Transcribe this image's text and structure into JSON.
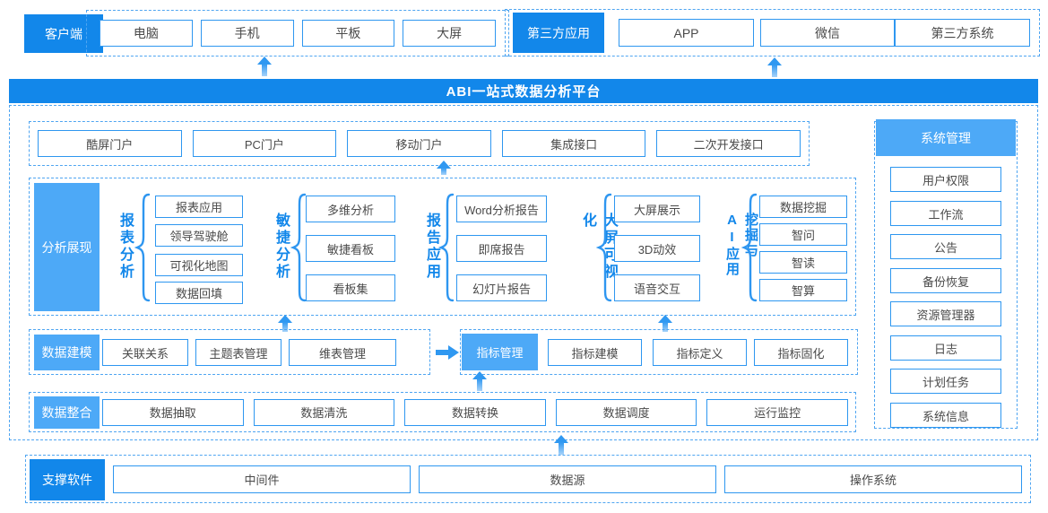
{
  "top": {
    "client": {
      "label": "客户端",
      "devices": [
        "电脑",
        "手机",
        "平板",
        "大屏"
      ]
    },
    "third_party": {
      "label": "第三方应用",
      "apps": [
        "APP",
        "微信",
        "第三方系统"
      ]
    }
  },
  "banner": {
    "title": "ABI一站式数据分析平台"
  },
  "portals": {
    "items": [
      "酷屏门户",
      "PC门户",
      "移动门户",
      "集成接口",
      "二次开发接口"
    ]
  },
  "system_management": {
    "label": "系统管理",
    "items": [
      "用户权限",
      "工作流",
      "公告",
      "备份恢复",
      "资源管理器",
      "日志",
      "计划任务",
      "系统信息"
    ]
  },
  "analysis": {
    "label": "分析展现",
    "groups": [
      {
        "name": "报表分析",
        "items": [
          "报表应用",
          "领导驾驶舱",
          "可视化地图",
          "数据回填"
        ]
      },
      {
        "name": "敏捷分析",
        "items": [
          "多维分析",
          "敏捷看板",
          "看板集"
        ]
      },
      {
        "name": "报告应用",
        "items": [
          "Word分析报告",
          "即席报告",
          "幻灯片报告"
        ]
      },
      {
        "name": "大屏可视化",
        "items": [
          "大屏展示",
          "3D动效",
          "语音交互"
        ]
      },
      {
        "name": "挖掘与AI应用",
        "items": [
          "数据挖掘",
          "智问",
          "智读",
          "智算"
        ]
      }
    ]
  },
  "modeling": {
    "label": "数据建模",
    "items": [
      "关联关系",
      "主题表管理",
      "维表管理"
    ],
    "indicator": {
      "label": "指标管理",
      "items": [
        "指标建模",
        "指标定义",
        "指标固化"
      ]
    }
  },
  "integration": {
    "label": "数据整合",
    "items": [
      "数据抽取",
      "数据清洗",
      "数据转换",
      "数据调度",
      "运行监控"
    ]
  },
  "support": {
    "label": "支撑软件",
    "items": [
      "中间件",
      "数据源",
      "操作系统"
    ]
  },
  "colors": {
    "primary": "#1287EA",
    "secondary": "#4DA9F7",
    "box_border": "#2E97F0",
    "dashed_border": "#4FA5F1",
    "box_text": "#4A4A4A",
    "arrow": "#2F98F1"
  }
}
